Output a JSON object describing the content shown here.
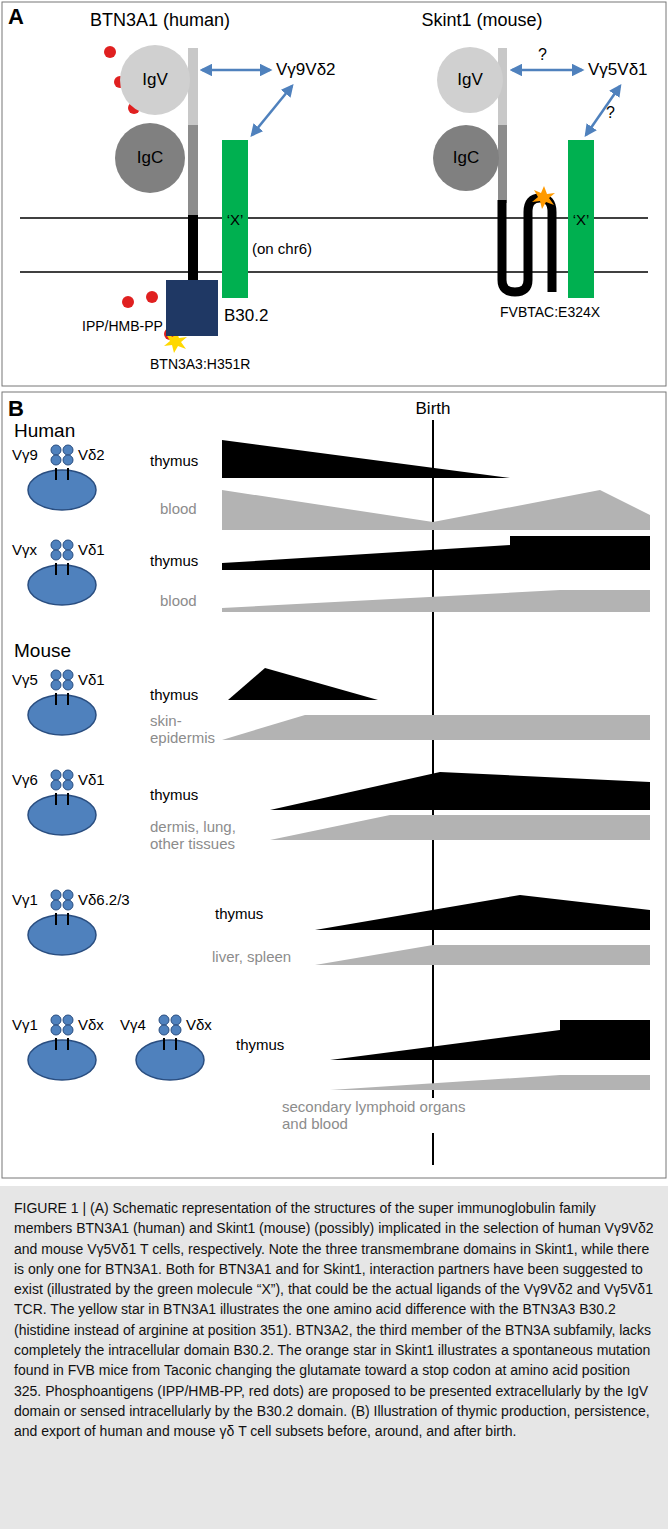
{
  "diagram": {
    "caption": "FIGURE 1 | (A) Schematic representation of the structures of the super immunoglobulin family members BTN3A1 (human) and Skint1 (mouse) (possibly) implicated in the selection of human Vγ9Vδ2 and mouse Vγ5Vδ1 T cells, respectively. Note the three transmembrane domains in Skint1, while there is only one for BTN3A1. Both for BTN3A1 and for Skint1, interaction partners have been suggested to exist (illustrated by the green molecule “X”), that could be the actual ligands of the Vγ9Vδ2 and Vγ5Vδ1 TCR. The yellow star in BTN3A1 illustrates the one amino acid difference with the BTN3A3 B30.2 (histidine instead of arginine at position 351). BTN3A2, the third member of the BTN3A subfamily, lacks completely the intracellular domain B30.2. The orange star in Skint1 illustrates a spontaneous mutation found in FVB mice from Taconic changing the glutamate toward a stop codon at amino acid position 325. Phosphoantigens (IPP/HMB-PP, red dots) are proposed to be presented extracellularly by the IgV domain or sensed intracellularly by the B30.2 domain. (B) Illustration of thymic production, persistence, and export of human and mouse γδ T cell subsets before, around, and after birth.",
    "nodes": [
      {
        "text": [
          "IgV"
        ]
      },
      {
        "text": [
          "IgC"
        ]
      },
      {
        "text": [
          "‘X’"
        ]
      },
      {
        "text": [
          "B30.2"
        ]
      },
      {
        "text": [
          "IgV"
        ]
      },
      {
        "text": [
          "IgC"
        ]
      },
      {
        "text": [
          "‘X’"
        ]
      }
    ],
    "labels": [
      "A",
      "BTN3A1 (human)",
      "Skint1 (mouse)",
      "Vγ9Vδ2",
      "(on chr6)",
      "IPP/HMB-PP",
      "BTN3A3:H351R",
      "?",
      "Vγ5Vδ1",
      "?",
      "FVBTAC:E324X",
      "B",
      "Birth",
      "Human",
      "Vγ9",
      "Vδ2",
      "thymus",
      "blood",
      "Vγx",
      "Vδ1",
      "thymus",
      "blood",
      "Mouse",
      "Vγ5",
      "Vδ1",
      "thymus",
      "skin- epidermis",
      "Vγ6",
      "Vδ1",
      "thymus",
      "dermis, lung, other tissues",
      "Vγ1",
      "Vδ6.2/3",
      "thymus",
      "liver, spleen",
      "Vγ1",
      "Vδx",
      "Vγ4",
      "Vδx",
      "thymus",
      "secondary lymphoid organs and blood"
    ]
  }
}
